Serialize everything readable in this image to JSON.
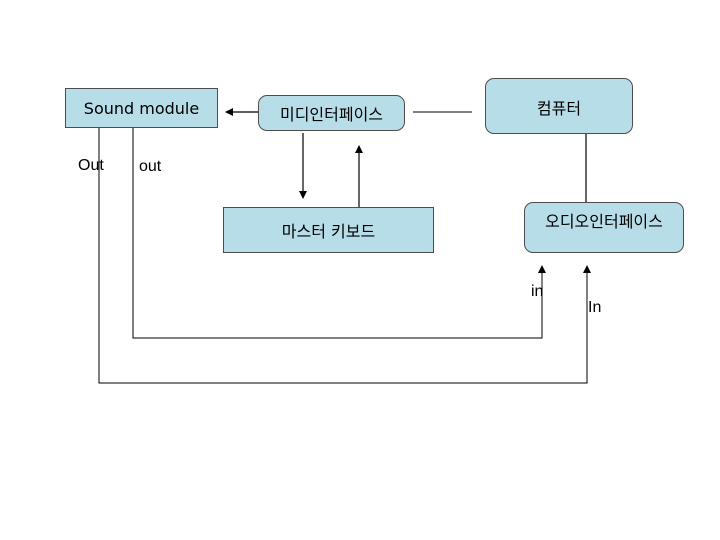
{
  "nodes": {
    "sound_module": "Sound module",
    "midi_interface": "미디인터페이스",
    "computer": "컴퓨터",
    "master_keyboard": "마스터 키보드",
    "audio_interface": "오디오인터페이스"
  },
  "ports": {
    "out_upper": "Out",
    "out_lower": "out",
    "in_lower": "in",
    "in_upper": "In"
  },
  "colors": {
    "box_fill": "#b7dde8",
    "box_border": "#4d4d4d",
    "line": "#000000"
  }
}
